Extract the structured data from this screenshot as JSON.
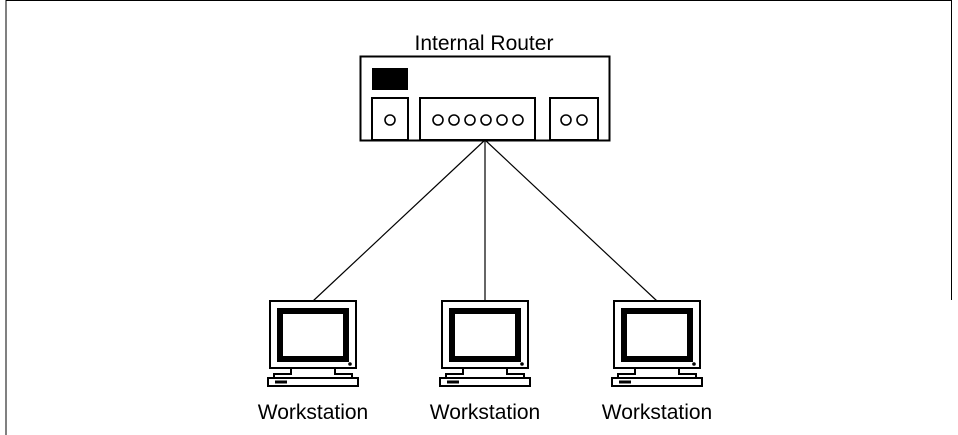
{
  "diagram": {
    "router": {
      "label": "Internal Router"
    },
    "workstations": [
      {
        "label": "Workstation"
      },
      {
        "label": "Workstation"
      },
      {
        "label": "Workstation"
      }
    ]
  }
}
